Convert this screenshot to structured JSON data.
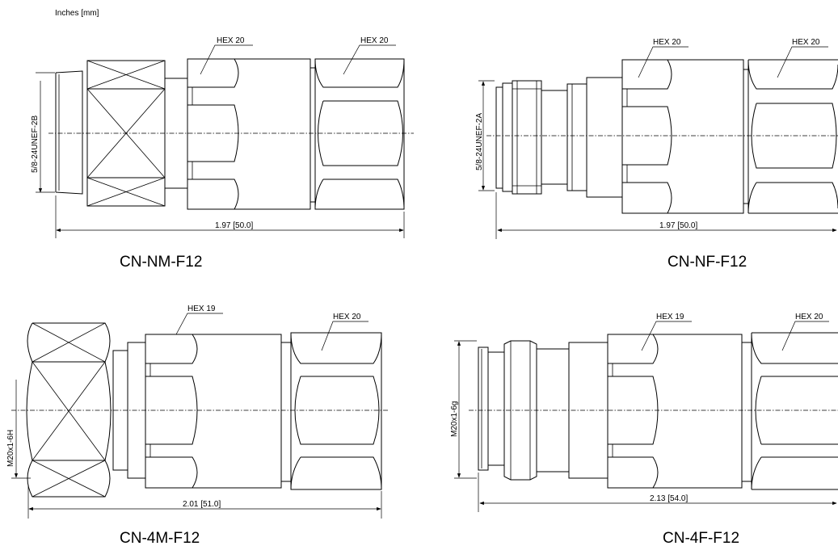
{
  "units_note": "Inches [mm]",
  "panels": {
    "nm": {
      "title": "CN-NM-F12",
      "hex_left": "HEX 20",
      "hex_right": "HEX 20",
      "thread": "5/8-24UNEF-2B",
      "length": "1.97 [50.0]"
    },
    "nf": {
      "title": "CN-NF-F12",
      "hex_left": "HEX 20",
      "hex_right": "HEX 20",
      "thread": "5/8-24UNEF-2A",
      "length": "1.97 [50.0]"
    },
    "m4": {
      "title": "CN-4M-F12",
      "hex_left": "HEX 19",
      "hex_right": "HEX 20",
      "thread": "M20x1-6H",
      "length": "2.01 [51.0]"
    },
    "f4": {
      "title": "CN-4F-F12",
      "hex_left": "HEX 19",
      "hex_right": "HEX 20",
      "thread": "M20x1-6g",
      "length": "2.13 [54.0]"
    }
  }
}
